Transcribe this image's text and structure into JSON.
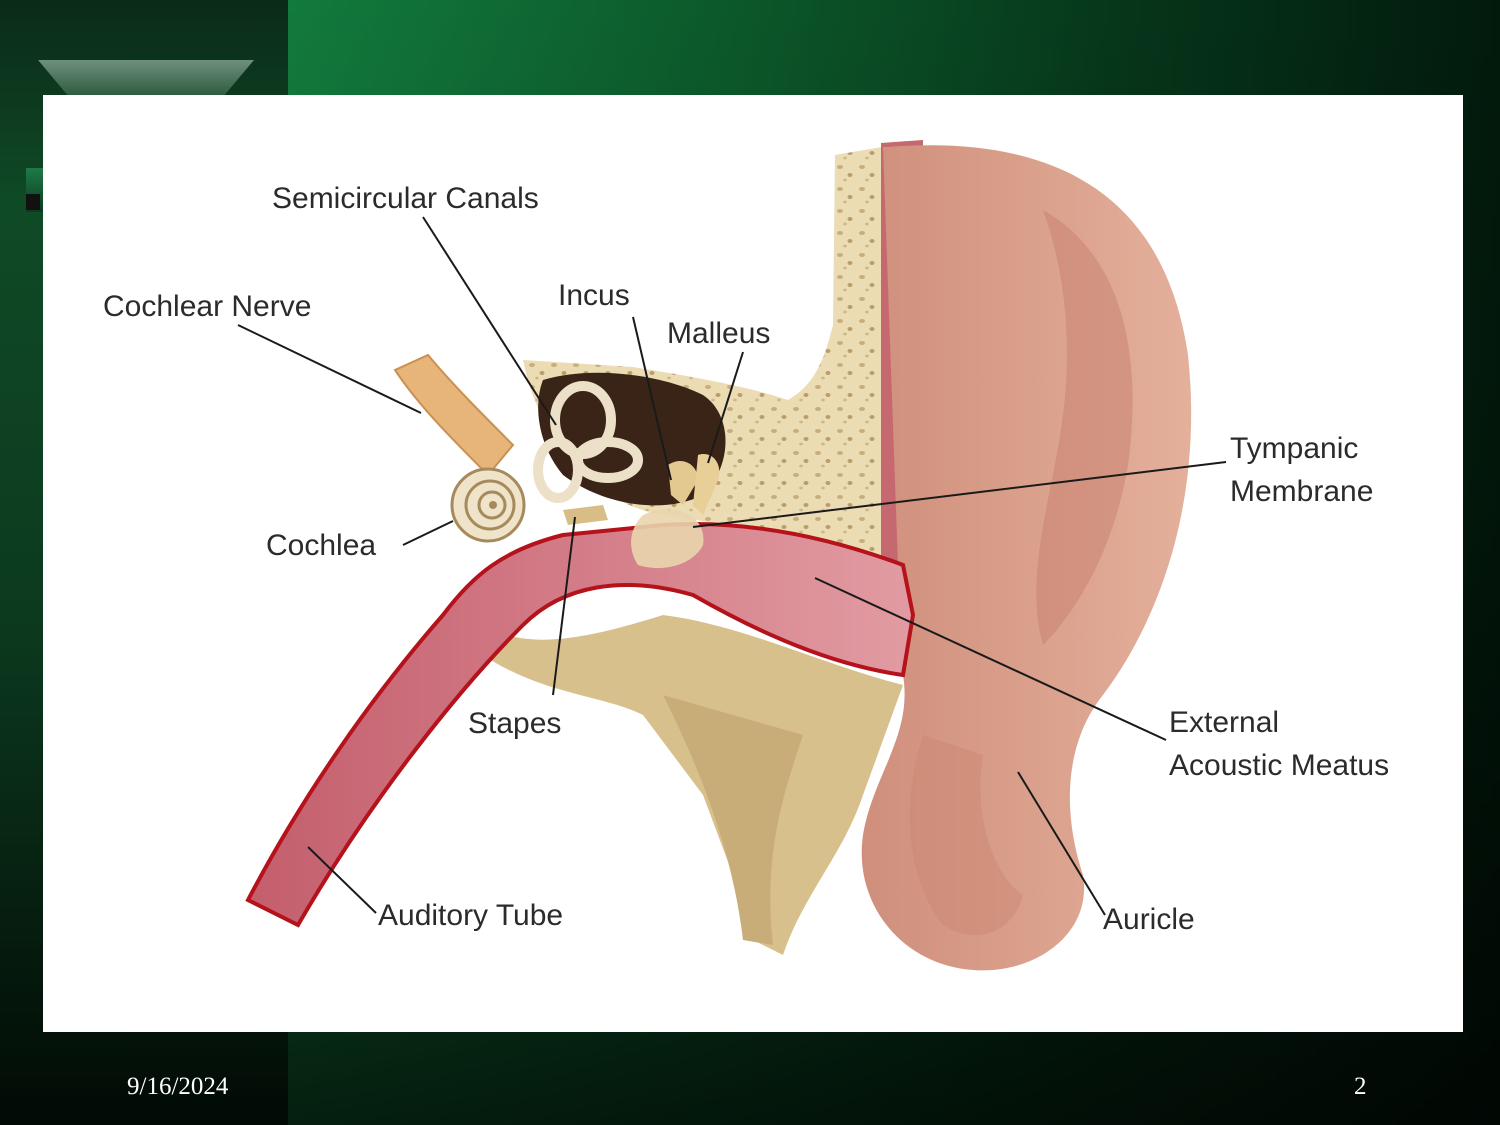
{
  "labels": {
    "semicircular_canals": "Semicircular Canals",
    "cochlear_nerve": "Cochlear Nerve",
    "incus": "Incus",
    "malleus": "Malleus",
    "tympanic_line1": "Tympanic",
    "tympanic_line2": "Membrane",
    "cochlea": "Cochlea",
    "stapes": "Stapes",
    "external_line1": "External",
    "external_line2": "Acoustic Meatus",
    "auditory_tube": "Auditory Tube",
    "auricle": "Auricle"
  },
  "footer": {
    "date": "9/16/2024",
    "page_number": "2"
  },
  "colors": {
    "background_green": "#0c5a2b",
    "bone": "#e9d7ad",
    "skin": "#d9a08a",
    "canal": "#c96a78",
    "canal_border": "#b5121b"
  }
}
